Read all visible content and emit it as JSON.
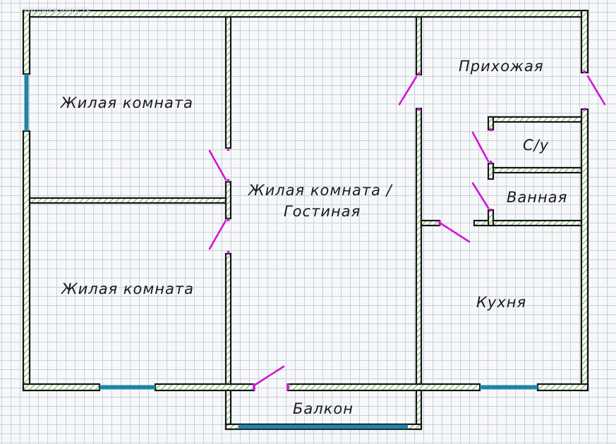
{
  "watermark": "Недвижимость",
  "rooms": {
    "living_top": "Жилая комната",
    "living_main_line1": "Жилая комната /",
    "living_main_line2": "Гостиная",
    "hallway": "Прихожая",
    "wc": "С/у",
    "bathroom": "Ванная",
    "living_bottom": "Жилая комната",
    "kitchen": "Кухня",
    "balcony": "Балкон"
  },
  "colors": {
    "wall": "#151515",
    "hatch": "#6fbf58",
    "door": "#d316d3",
    "window": "#1b86a6",
    "grid": "#c9cfd8"
  }
}
